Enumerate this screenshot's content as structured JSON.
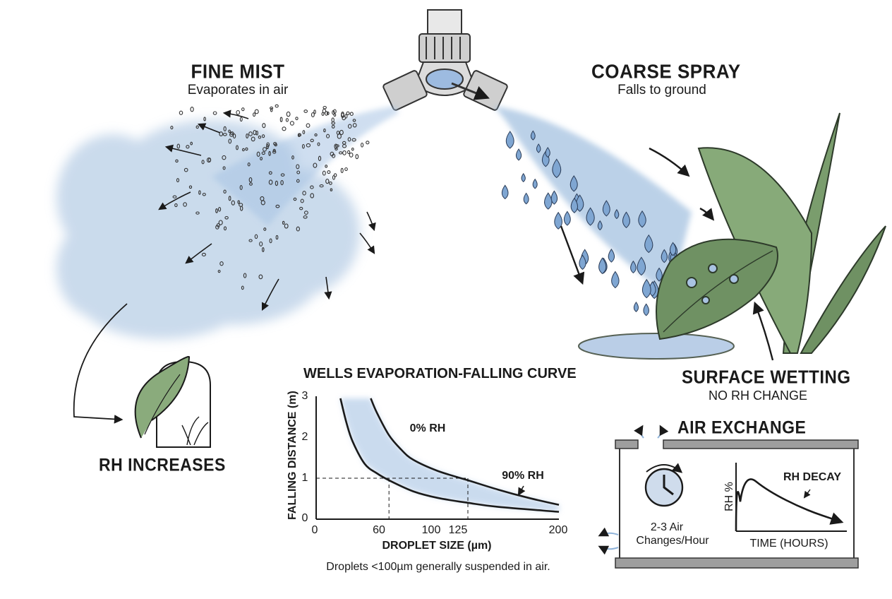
{
  "fine_mist": {
    "title": "FINE MIST",
    "subtitle": "Evaporates in air"
  },
  "coarse_spray": {
    "title": "COARSE SPRAY",
    "subtitle": "Falls to ground"
  },
  "rh_increases": "RH INCREASES",
  "surface_wetting": {
    "title": "SURFACE WETTING",
    "subtitle": "NO RH CHANGE"
  },
  "air_exchange": {
    "title": "AIR EXCHANGE",
    "rate_line1": "2-3 Air",
    "rate_line2": "Changes/Hour",
    "mini_ylabel": "RH %",
    "mini_xlabel": "TIME (HOURS)",
    "mini_annotation": "RH DECAY",
    "mini_curve": {
      "type": "line",
      "description_points": [
        [
          0,
          0
        ],
        [
          0.08,
          0.95
        ],
        [
          0.3,
          0.65
        ],
        [
          0.65,
          0.35
        ],
        [
          1,
          0.15
        ]
      ]
    }
  },
  "chart_data": {
    "type": "line",
    "title": "WELLS EVAPORATION-FALLING CURVE",
    "xlabel": "DROPLET SIZE (µm)",
    "ylabel": "FALLING DISTANCE (m)",
    "xlim": [
      0,
      200
    ],
    "ylim": [
      0,
      3
    ],
    "xticks": [
      "0",
      "60",
      "100",
      "125",
      "200"
    ],
    "yticks": [
      "0",
      "1",
      "2",
      "3"
    ],
    "series": [
      {
        "name": "0% RH",
        "x": [
          20,
          25,
          30,
          40,
          50,
          60,
          80,
          100,
          125,
          150,
          200
        ],
        "y": [
          2.95,
          2.35,
          1.9,
          1.35,
          1.12,
          0.95,
          0.68,
          0.52,
          0.4,
          0.3,
          0.18
        ]
      },
      {
        "name": "90% RH",
        "x": [
          45,
          50,
          60,
          70,
          80,
          100,
          125,
          150,
          175,
          200
        ],
        "y": [
          2.95,
          2.6,
          2.05,
          1.7,
          1.45,
          1.18,
          0.95,
          0.72,
          0.52,
          0.35
        ]
      }
    ],
    "reference_lines": {
      "y": 1,
      "x": [
        60,
        125
      ]
    },
    "footnote": "Droplets <100µm generally suspended in air."
  },
  "colors": {
    "water": "#8fb3d9",
    "mist": "#b9cfe6",
    "leaf": "#6f9163",
    "ink": "#1a1a1a"
  }
}
